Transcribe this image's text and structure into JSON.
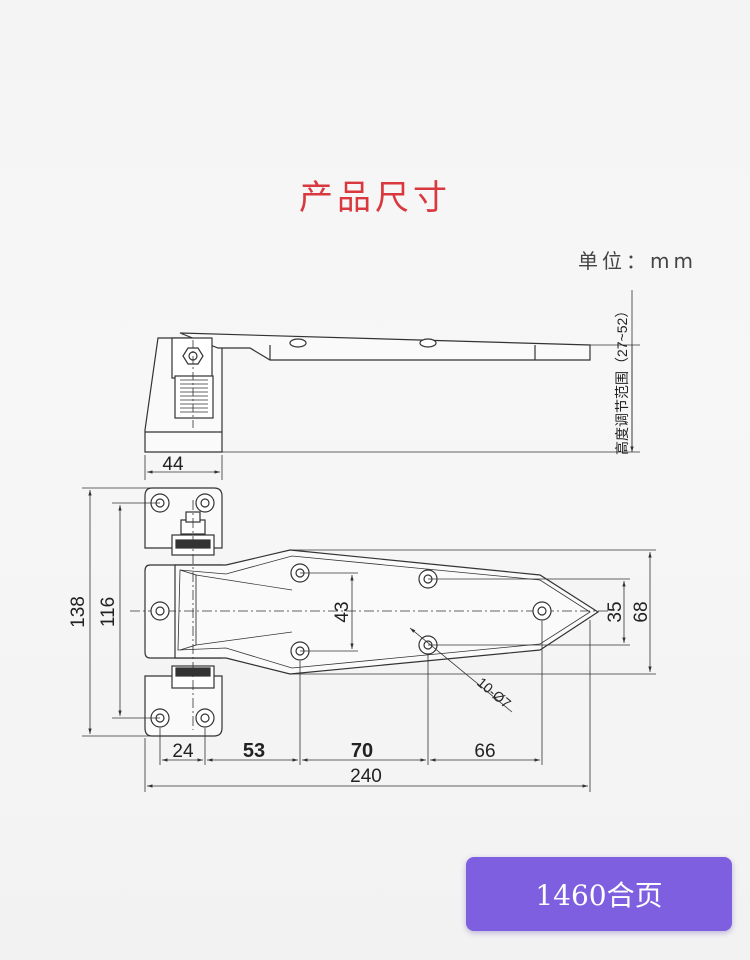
{
  "title": "产品尺寸",
  "unit_label": "单位：mm",
  "side_view": {
    "width_label": "44",
    "height_range_label": "高度调节范围（27~52）"
  },
  "front_view": {
    "overall_height": "138",
    "hole_spacing_height": "116",
    "strap_height": "68",
    "inner_height_43": "43",
    "tip_height": "35",
    "hole_callout": "10-Ø7",
    "spacing": [
      "24",
      "53",
      "70",
      "66"
    ],
    "overall_length": "240"
  },
  "badge": "1460合页"
}
